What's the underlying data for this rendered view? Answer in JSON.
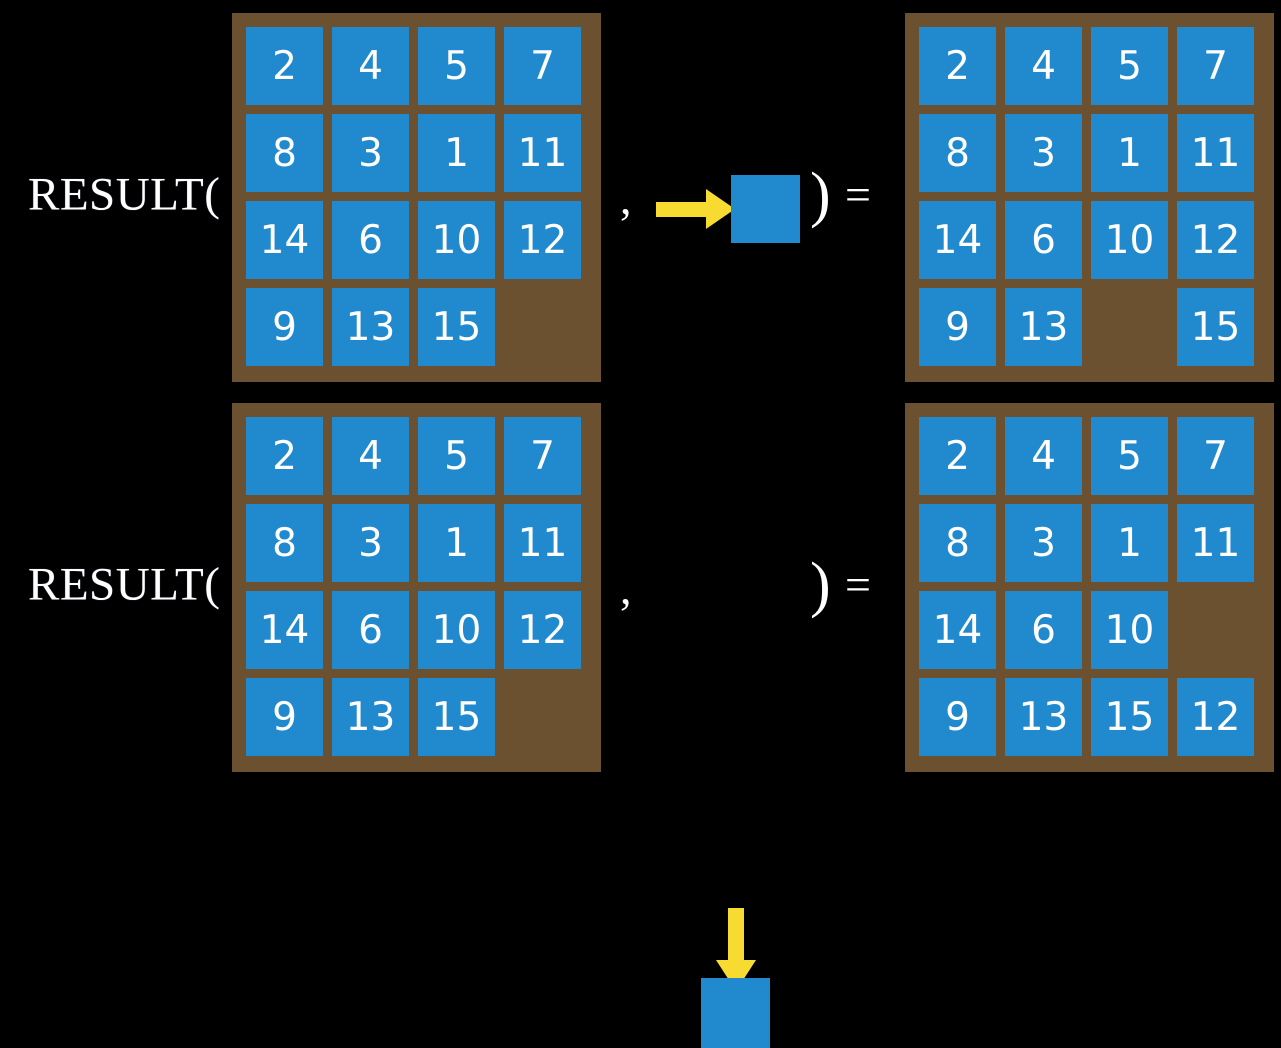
{
  "background_color": "#000000",
  "colors": {
    "board_frame": "#6B5130",
    "tile": "#2189CE",
    "tile_text": "#FFFFFF",
    "arrow": "#F7DB30",
    "text": "#FFFFFF"
  },
  "notation": {
    "result_label": "RESULT(",
    "comma": ",",
    "paren_close": ")",
    "equals": "="
  },
  "rows": [
    {
      "id": "row-right-move",
      "label": "RESULT(",
      "input_board": {
        "rows": 4,
        "cols": 4,
        "cells": [
          [
            "2",
            "4",
            "5",
            "7"
          ],
          [
            "8",
            "3",
            "1",
            "11"
          ],
          [
            "14",
            "6",
            "10",
            "12"
          ],
          [
            "9",
            "13",
            "15",
            ""
          ]
        ]
      },
      "operand": {
        "move": "right",
        "arrow_icon": "arrow-right-icon",
        "tile_label": ""
      },
      "output_board": {
        "rows": 4,
        "cols": 4,
        "cells": [
          [
            "2",
            "4",
            "5",
            "7"
          ],
          [
            "8",
            "3",
            "1",
            "11"
          ],
          [
            "14",
            "6",
            "10",
            "12"
          ],
          [
            "9",
            "13",
            "",
            "15"
          ]
        ]
      }
    },
    {
      "id": "row-down-move",
      "label": "RESULT(",
      "input_board": {
        "rows": 4,
        "cols": 4,
        "cells": [
          [
            "2",
            "4",
            "5",
            "7"
          ],
          [
            "8",
            "3",
            "1",
            "11"
          ],
          [
            "14",
            "6",
            "10",
            "12"
          ],
          [
            "9",
            "13",
            "15",
            ""
          ]
        ]
      },
      "operand": {
        "move": "down",
        "arrow_icon": "arrow-down-icon",
        "tile_label": ""
      },
      "output_board": {
        "rows": 4,
        "cols": 4,
        "cells": [
          [
            "2",
            "4",
            "5",
            "7"
          ],
          [
            "8",
            "3",
            "1",
            "11"
          ],
          [
            "14",
            "6",
            "10",
            ""
          ],
          [
            "9",
            "13",
            "15",
            "12"
          ]
        ]
      }
    }
  ]
}
